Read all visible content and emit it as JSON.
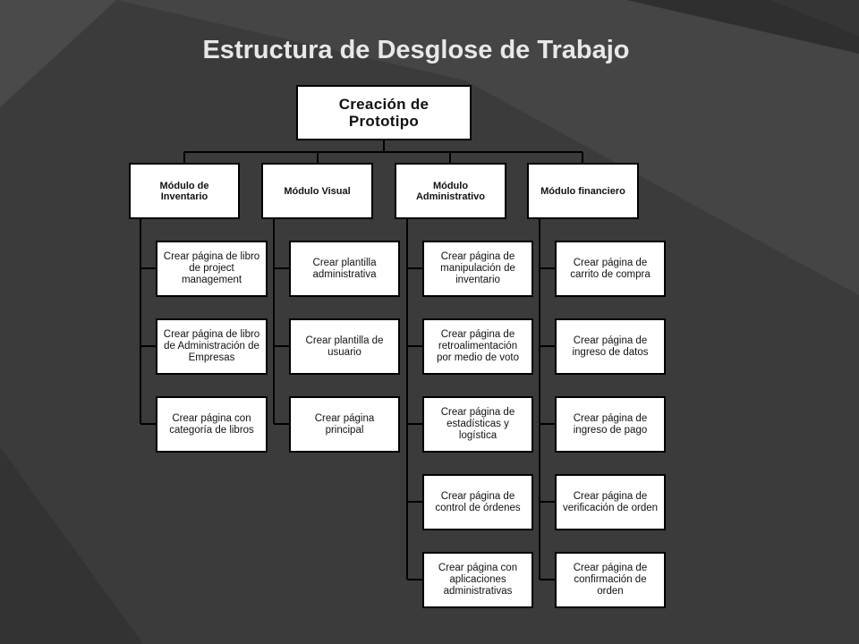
{
  "slide": {
    "title": "Estructura de Desglose de Trabajo"
  },
  "wbs": {
    "root": "Creación de Prototipo",
    "modules": [
      {
        "label": "Módulo de Inventario",
        "tasks": [
          "Crear página de libro de project management",
          "Crear página de libro de Administración de Empresas",
          "Crear página con categoría de libros"
        ]
      },
      {
        "label": "Módulo Visual",
        "tasks": [
          "Crear plantilla administrativa",
          "Crear plantilla de usuario",
          "Crear página principal"
        ]
      },
      {
        "label": "Módulo Administrativo",
        "tasks": [
          "Crear página de manipulación de inventario",
          "Crear página de retroalimentación por medio de voto",
          "Crear página de estadísticas y logística",
          "Crear página de control de órdenes",
          "Crear página con aplicaciones administrativas"
        ]
      },
      {
        "label": "Módulo financiero",
        "tasks": [
          "Crear página de carrito de compra",
          "Crear página de ingreso de datos",
          "Crear página de ingreso de pago",
          "Crear página de verificación de orden",
          "Crear página de confirmación de orden"
        ]
      }
    ]
  }
}
